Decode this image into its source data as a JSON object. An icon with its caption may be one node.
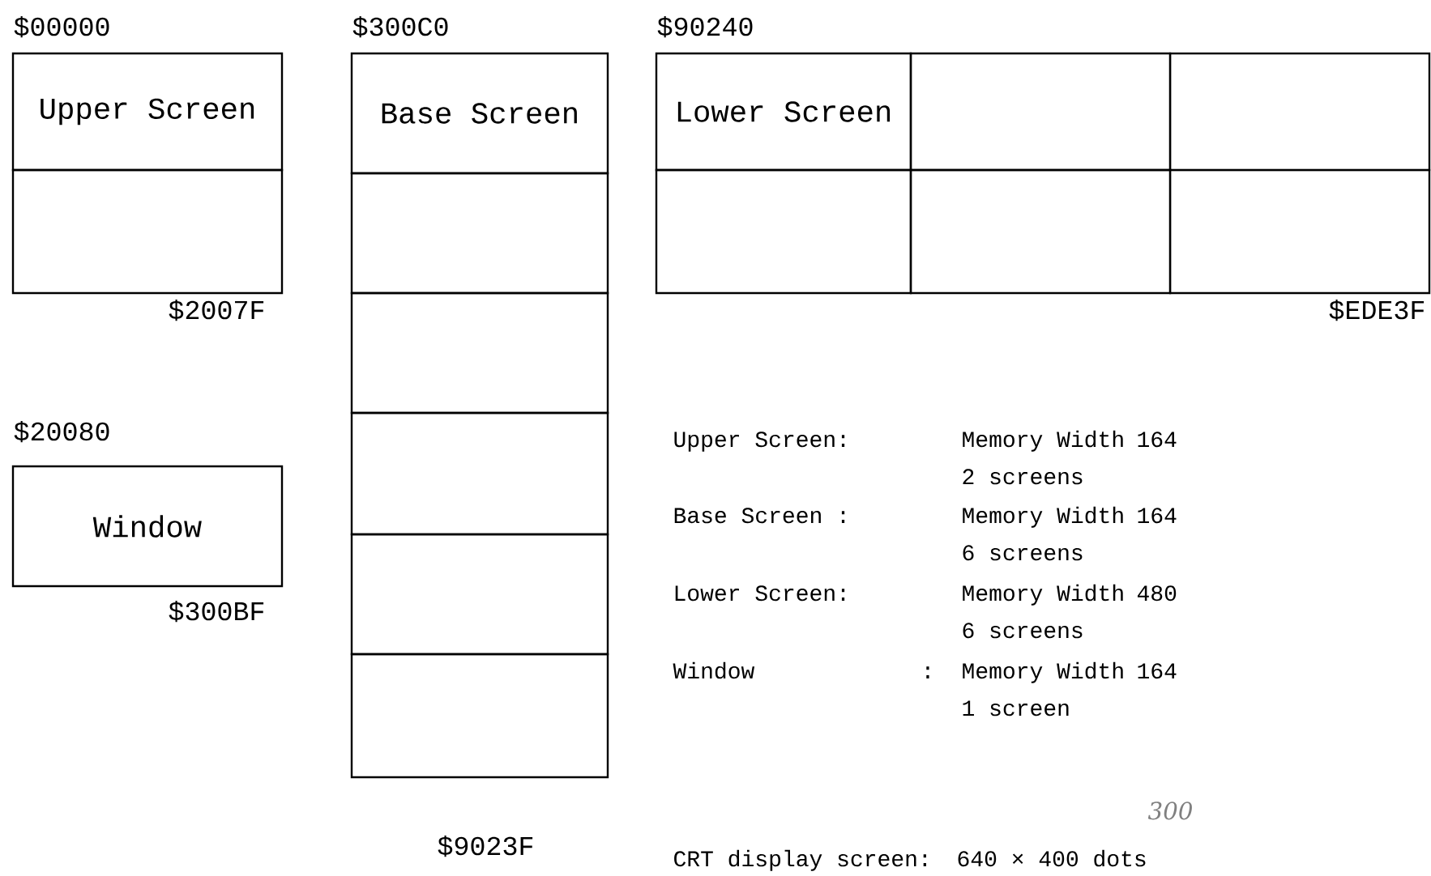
{
  "diagram": {
    "nodes": [
      {
        "text": [
          "Upper Screen"
        ]
      },
      {
        "text": [],
        "shape": "box"
      },
      {
        "text": [
          "Base Screen"
        ]
      },
      {
        "text": [],
        "shape": "box"
      },
      {
        "text": [],
        "shape": "box"
      },
      {
        "text": [],
        "shape": "box"
      },
      {
        "text": [],
        "shape": "box"
      },
      {
        "text": [],
        "shape": "box"
      },
      {
        "text": [
          "Lower Screen"
        ]
      },
      {
        "text": [],
        "shape": "box"
      },
      {
        "text": [],
        "shape": "box"
      },
      {
        "text": [],
        "shape": "box"
      },
      {
        "text": [],
        "shape": "box"
      },
      {
        "text": [],
        "shape": "box"
      },
      {
        "text": [
          "Window"
        ]
      }
    ],
    "labels": [
      "$00000",
      "$300C0",
      "$90240",
      "$2007F",
      "$EDE3F",
      "$20080",
      "$300BF",
      "$9023F",
      "Upper Screen:",
      "Memory Width",
      "164",
      "2 screens",
      "Base Screen :",
      "Memory Width",
      "164",
      "6 screens",
      "Lower Screen:",
      "Memory Width",
      "480",
      "6 screens",
      "Window",
      ":",
      "Memory Width",
      "164",
      "1 screen",
      "300",
      "CRT display screen:",
      "640 × 400 dots"
    ]
  }
}
